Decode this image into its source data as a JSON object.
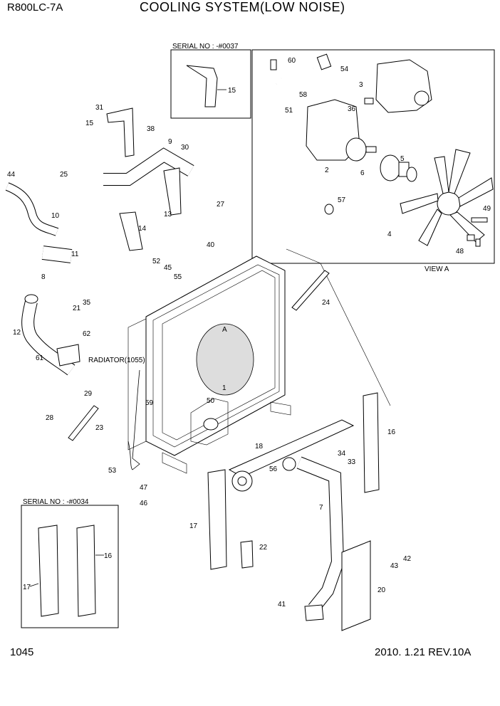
{
  "header": {
    "model": "R800LC-7A",
    "title": "COOLING SYSTEM(LOW NOISE)"
  },
  "footer": {
    "page_number": "1045",
    "date_revision": "2010. 1.21  REV.10A"
  },
  "insets": {
    "serial_top": "SERIAL NO : -#0037",
    "serial_bottom": "SERIAL NO : -#0034",
    "view_label": "VIEW A",
    "radiator_label": "RADIATOR(1055)",
    "section_marker": "A"
  },
  "callouts": [
    "1",
    "2",
    "3",
    "4",
    "5",
    "6",
    "7",
    "8",
    "9",
    "10",
    "11",
    "12",
    "13",
    "14",
    "15",
    "16",
    "17",
    "18",
    "20",
    "21",
    "22",
    "23",
    "24",
    "25",
    "27",
    "28",
    "29",
    "30",
    "31",
    "33",
    "34",
    "35",
    "36",
    "38",
    "40",
    "41",
    "42",
    "43",
    "44",
    "45",
    "46",
    "47",
    "48",
    "49",
    "50",
    "51",
    "52",
    "53",
    "54",
    "55",
    "56",
    "57",
    "58",
    "59",
    "60",
    "61",
    "62"
  ]
}
